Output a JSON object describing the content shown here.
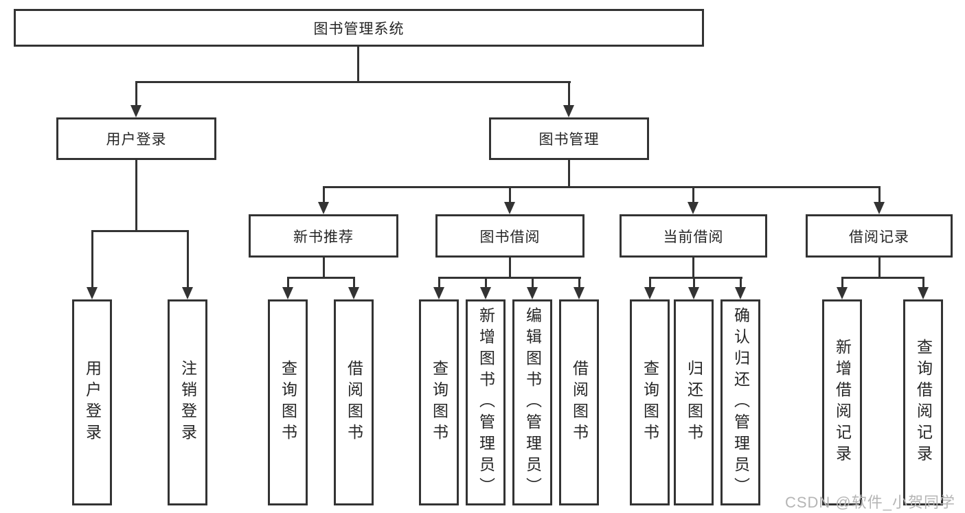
{
  "diagram": {
    "root": {
      "label": "图书管理系统"
    },
    "branches": [
      {
        "label": "用户登录",
        "children": [
          {
            "label": "用户登录"
          },
          {
            "label": "注销登录"
          }
        ]
      },
      {
        "label": "图书管理",
        "children": [
          {
            "label": "新书推荐",
            "children": [
              {
                "label": "查询图书"
              },
              {
                "label": "借阅图书"
              }
            ]
          },
          {
            "label": "图书借阅",
            "children": [
              {
                "label": "查询图书"
              },
              {
                "label": "新增图书（管理员）"
              },
              {
                "label": "编辑图书（管理员）"
              },
              {
                "label": "借阅图书"
              }
            ]
          },
          {
            "label": "当前借阅",
            "children": [
              {
                "label": "查询图书"
              },
              {
                "label": "归还图书"
              },
              {
                "label": "确认归还（管理员）"
              }
            ]
          },
          {
            "label": "借阅记录",
            "children": [
              {
                "label": "新增借阅记录"
              },
              {
                "label": "查询借阅记录"
              }
            ]
          }
        ]
      }
    ],
    "watermark": "CSDN @软件_小贺同学",
    "colors": {
      "line": "#333333",
      "border": "#333333",
      "text": "#262626",
      "background": "#ffffff",
      "watermark": "#b5b5b5"
    }
  }
}
